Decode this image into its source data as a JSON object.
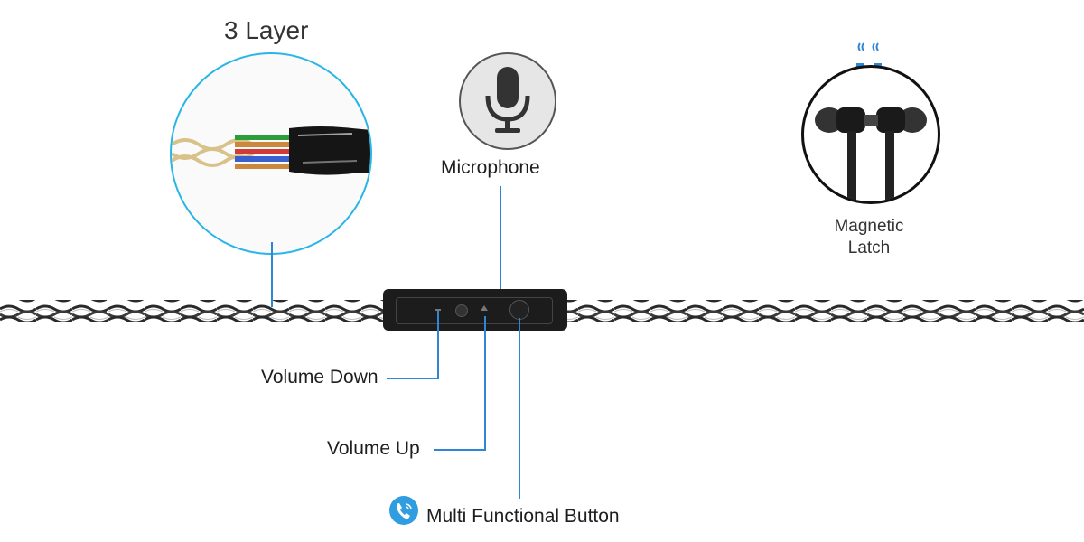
{
  "labels": {
    "layer": "3 Layer",
    "microphone": "Microphone",
    "magnetic_line1": "Magnetic",
    "magnetic_line2": "Latch",
    "volume_down": "Volume Down",
    "volume_up": "Volume Up",
    "multi_button": "Multi Functional Button"
  },
  "icons": {
    "microphone": "microphone-icon",
    "magnet": "magnet-icon",
    "phone": "phone-icon"
  },
  "colors": {
    "accent": "#2f86d4",
    "circle_border": "#29b6e6",
    "remote": "#1c1c1c",
    "cable": "#2a2a2a",
    "mic_circle_bg": "#e6e6e6"
  }
}
